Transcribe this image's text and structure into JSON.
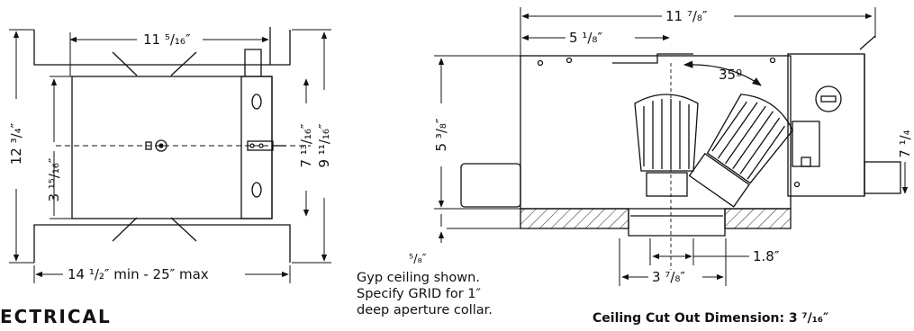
{
  "left_view": {
    "width_top": "11 ⁵/₁₆″",
    "height_total": "12 ³/₄″",
    "depth_inner": "3 ¹⁵/₁₆″",
    "height_mid": "7 ¹³/₁₆″",
    "height_right": "9 ¹¹/₁₆″",
    "width_range": "14 ¹/₂″ min - 25″ max"
  },
  "right_view": {
    "width_total": "11 ⁷/₈″",
    "offset": "5 ¹/₈″",
    "height": "5 ³/₈″",
    "angle": "35º",
    "side_partial": "7 ¹/₄",
    "ceiling": "⁵/₈″",
    "aperture_small": "1.8″",
    "aperture_large": "3 ⁷/₈″"
  },
  "note_lines": [
    "Gyp ceiling shown.",
    "Specify GRID for 1″",
    "deep aperture collar."
  ],
  "caption": "Ceiling Cut Out Dimension: 3 ⁷/₁₆″",
  "section_heading": "ECTRICAL"
}
